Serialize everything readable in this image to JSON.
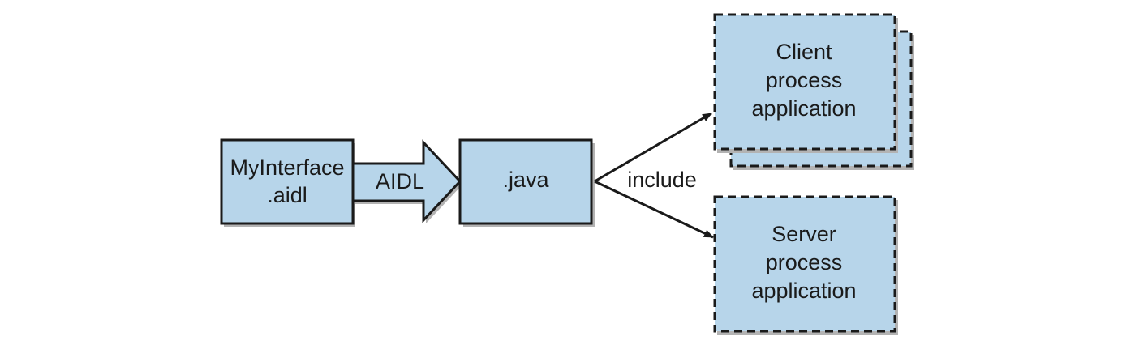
{
  "diagram": {
    "source": {
      "line1": "MyInterface",
      "line2": ".aidl"
    },
    "tool_arrow_label": "AIDL",
    "generated": {
      "label": ".java"
    },
    "edge_label": "include",
    "client": {
      "line1": "Client",
      "line2": "process",
      "line3": "application"
    },
    "server": {
      "line1": "Server",
      "line2": "process",
      "line3": "application"
    }
  },
  "colors": {
    "box_fill": "#b7d5ea",
    "stroke": "#1a1a1a",
    "shadow": "#b3b3b3",
    "text": "#1a1a1a"
  }
}
